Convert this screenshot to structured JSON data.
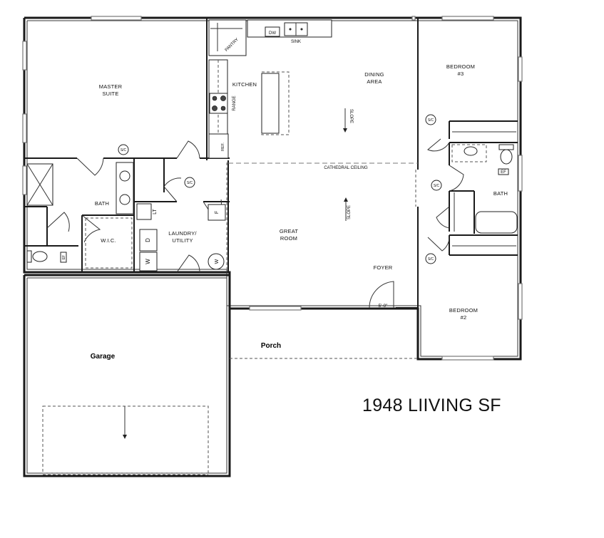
{
  "plan": {
    "living_sf_label": "1948 LIIVING SF",
    "rooms": {
      "master_suite": {
        "line1": "MASTER",
        "line2": "SUITE"
      },
      "kitchen": "KITCHEN",
      "dining_area": {
        "line1": "DINING",
        "line2": "AREA"
      },
      "bedroom_3": {
        "line1": "BEDROOM",
        "line2": "#3"
      },
      "master_bath": "BATH",
      "wic": "W.I.C.",
      "laundry": {
        "line1": "LAUNDRY/",
        "line2": "UTILITY"
      },
      "great_room": {
        "line1": "GREAT",
        "line2": "ROOM"
      },
      "foyer": "FOYER",
      "hall_bath": "BATH",
      "bedroom_2": {
        "line1": "BEDROOM",
        "line2": "#2"
      },
      "garage": "Garage",
      "porch": "Porch"
    },
    "fixtures": {
      "pantry": "PANTRY",
      "dishwasher": "DW",
      "sink": "SINK",
      "range": "RANGE",
      "refrigerator": "REF.",
      "laundry_tub": "LT",
      "dryer": "D",
      "washer": "W",
      "freezer": "F",
      "water_heater": "W",
      "exhaust_fan": "EF"
    },
    "annotations": {
      "cathedral_ceiling": "CATHEDRAL CEILING",
      "slope": "SLOPE",
      "shelf_closet": "S/C",
      "door_width": "5'-0\""
    }
  }
}
